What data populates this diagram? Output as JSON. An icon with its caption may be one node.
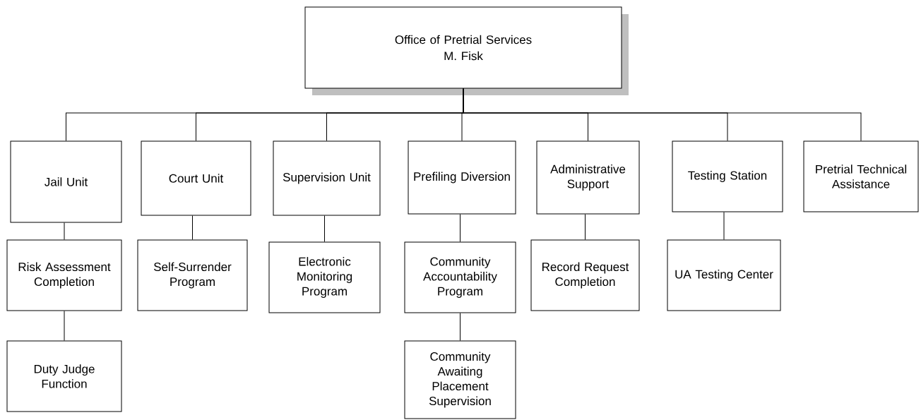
{
  "diagram": {
    "nodes": [
      {
        "text": [
          "Office of Pretrial Services",
          "M. Fisk"
        ]
      },
      {
        "text": [
          "Jail Unit"
        ]
      },
      {
        "text": [
          "Court Unit"
        ]
      },
      {
        "text": [
          "Supervision Unit"
        ]
      },
      {
        "text": [
          "Prefiling Diversion"
        ]
      },
      {
        "text": [
          "Administrative Support"
        ]
      },
      {
        "text": [
          "Testing Station"
        ]
      },
      {
        "text": [
          "Pretrial Technical Assistance"
        ]
      },
      {
        "text": [
          "Risk Assessment Completion"
        ]
      },
      {
        "text": [
          "Duty Judge Function"
        ]
      },
      {
        "text": [
          "Self-Surrender Program"
        ]
      },
      {
        "text": [
          "Electronic Monitoring Program"
        ]
      },
      {
        "text": [
          "Community Accountability Program"
        ]
      },
      {
        "text": [
          "Community Awaiting Placement Supervision"
        ]
      },
      {
        "text": [
          "Record Request Completion"
        ]
      },
      {
        "text": [
          "UA Testing Center"
        ]
      }
    ],
    "edges": [
      {
        "from": 0,
        "to": 1,
        "arrow": "none"
      },
      {
        "from": 0,
        "to": 2,
        "arrow": "none"
      },
      {
        "from": 0,
        "to": 3,
        "arrow": "none"
      },
      {
        "from": 0,
        "to": 4,
        "arrow": "none"
      },
      {
        "from": 0,
        "to": 5,
        "arrow": "none"
      },
      {
        "from": 0,
        "to": 6,
        "arrow": "none"
      },
      {
        "from": 0,
        "to": 7,
        "arrow": "none"
      },
      {
        "from": 1,
        "to": 8,
        "arrow": "none"
      },
      {
        "from": 8,
        "to": 9,
        "arrow": "none"
      },
      {
        "from": 2,
        "to": 10,
        "arrow": "none"
      },
      {
        "from": 3,
        "to": 11,
        "arrow": "none"
      },
      {
        "from": 4,
        "to": 12,
        "arrow": "none"
      },
      {
        "from": 12,
        "to": 13,
        "arrow": "none"
      },
      {
        "from": 5,
        "to": 14,
        "arrow": "none"
      },
      {
        "from": 6,
        "to": 15,
        "arrow": "none"
      }
    ]
  }
}
